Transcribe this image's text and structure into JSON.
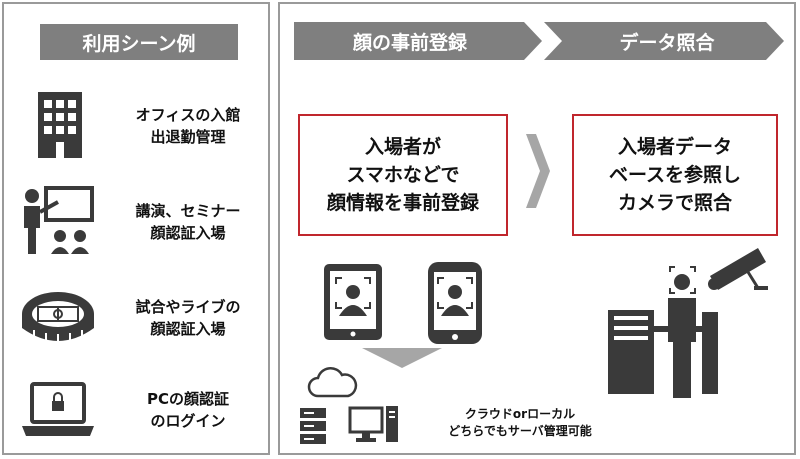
{
  "left": {
    "header": "利用シーン例",
    "items": [
      {
        "icon": "office-building-icon",
        "line1": "オフィスの入館",
        "line2": "出退勤管理"
      },
      {
        "icon": "presenter-audience-icon",
        "line1": "講演、セミナー",
        "line2": "顔認証入場"
      },
      {
        "icon": "stadium-icon",
        "line1": "試合やライブの",
        "line2": "顔認証入場"
      },
      {
        "icon": "laptop-lock-icon",
        "line1": "PCの顔認証",
        "line2": "のログイン"
      }
    ]
  },
  "right": {
    "steps": [
      "顔の事前登録",
      "データ照合"
    ],
    "box_left": [
      "入場者が",
      "スマホなどで",
      "顔情報を事前登録"
    ],
    "box_right": [
      "入場者データ",
      "ベースを参照し",
      "カメラで照合"
    ],
    "note": [
      "クラウドorローカル",
      "どちらでもサーバ管理可能"
    ]
  },
  "colors": {
    "banner": "#7f7f7f",
    "accent_red": "#c0262d",
    "panel_border": "#9a9a9a",
    "icon": "#3a3a3a"
  }
}
